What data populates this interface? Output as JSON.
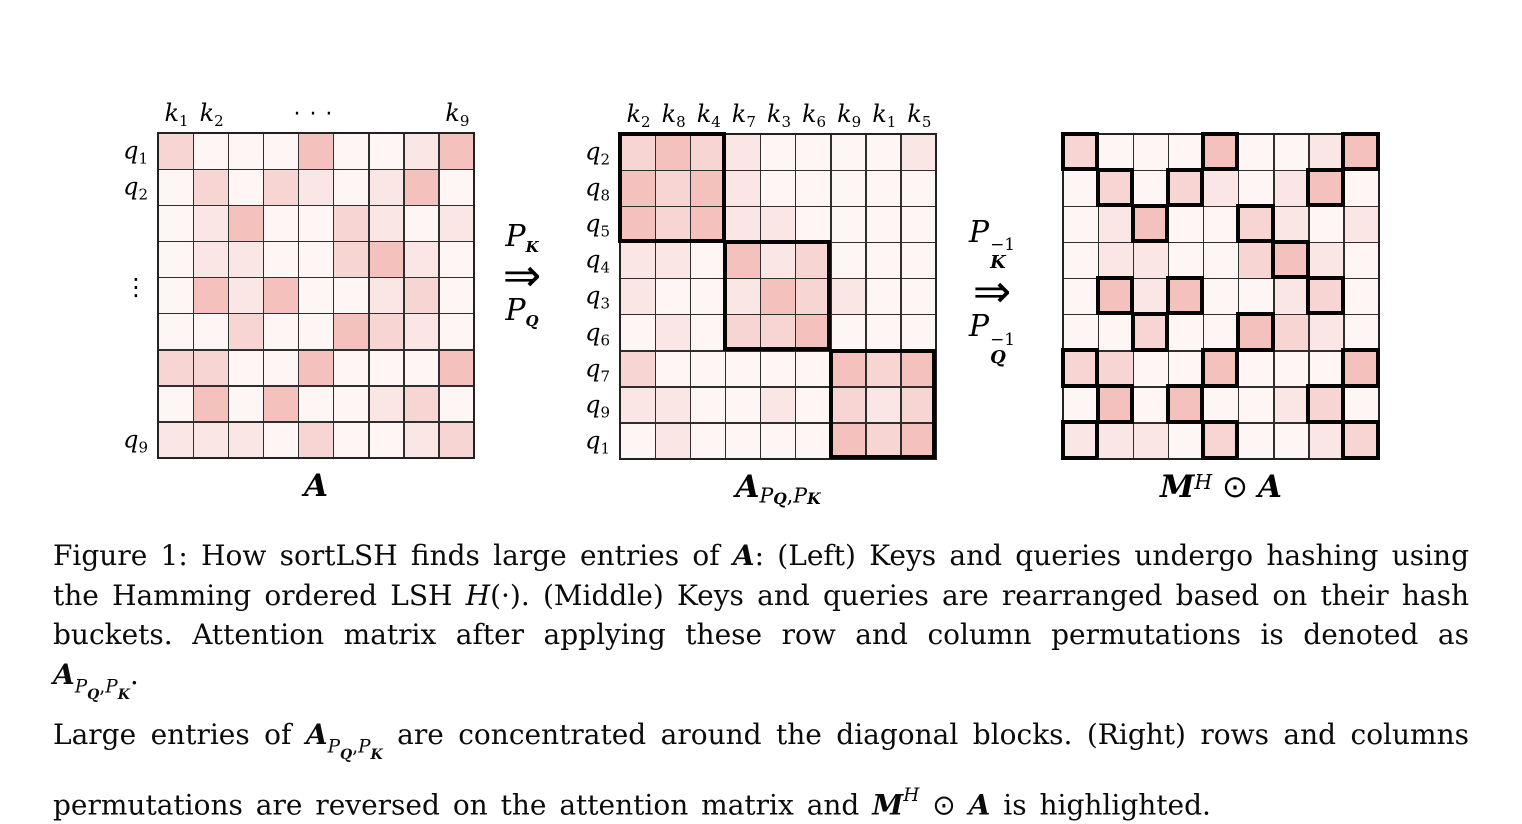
{
  "colors": {
    "cell_levels": {
      "0": "#fdf6f5",
      "1": "#fae6e5",
      "2": "#f7d5d2",
      "3": "#f4c1bd"
    },
    "grid_line": "#2e2e2e",
    "outline": "#050505",
    "background": "#ffffff"
  },
  "figure": {
    "left": {
      "top_labels": [
        {
          "col": 1,
          "b": "k",
          "sub": "1"
        },
        {
          "col": 2,
          "b": "k",
          "sub": "2"
        },
        {
          "col": 4.9,
          "dots": "· · ·"
        },
        {
          "col": 9,
          "b": "k",
          "sub": "9"
        }
      ],
      "side_labels": [
        {
          "row": 1,
          "b": "q",
          "sub": "1"
        },
        {
          "row": 2,
          "b": "q",
          "sub": "2"
        },
        {
          "row": 4.75,
          "dots": "⋮"
        },
        {
          "row": 9,
          "b": "q",
          "sub": "9"
        }
      ],
      "grid": [
        [
          2,
          0,
          0,
          0,
          3,
          0,
          0,
          1,
          3
        ],
        [
          0,
          2,
          0,
          2,
          1,
          0,
          1,
          3,
          0
        ],
        [
          0,
          1,
          3,
          0,
          0,
          2,
          1,
          0,
          1
        ],
        [
          0,
          1,
          1,
          0,
          0,
          2,
          3,
          1,
          0
        ],
        [
          0,
          3,
          1,
          3,
          0,
          0,
          1,
          2,
          0
        ],
        [
          0,
          0,
          2,
          0,
          0,
          3,
          2,
          1,
          0
        ],
        [
          2,
          2,
          0,
          0,
          3,
          0,
          0,
          0,
          3
        ],
        [
          0,
          3,
          0,
          3,
          0,
          0,
          1,
          2,
          0
        ],
        [
          1,
          1,
          1,
          0,
          2,
          0,
          0,
          1,
          2
        ]
      ],
      "caption_segs": [
        {
          "t": "A",
          "c": "bi"
        }
      ]
    },
    "middle": {
      "top_labels": [
        {
          "col": 1,
          "b": "k",
          "sub": "2"
        },
        {
          "col": 2,
          "b": "k",
          "sub": "8"
        },
        {
          "col": 3,
          "b": "k",
          "sub": "4"
        },
        {
          "col": 4,
          "b": "k",
          "sub": "7"
        },
        {
          "col": 5,
          "b": "k",
          "sub": "3"
        },
        {
          "col": 6,
          "b": "k",
          "sub": "6"
        },
        {
          "col": 7,
          "b": "k",
          "sub": "9"
        },
        {
          "col": 8,
          "b": "k",
          "sub": "1"
        },
        {
          "col": 9,
          "b": "k",
          "sub": "5"
        }
      ],
      "side_labels": [
        {
          "row": 1,
          "b": "q",
          "sub": "2"
        },
        {
          "row": 2,
          "b": "q",
          "sub": "8"
        },
        {
          "row": 3,
          "b": "q",
          "sub": "5"
        },
        {
          "row": 4,
          "b": "q",
          "sub": "4"
        },
        {
          "row": 5,
          "b": "q",
          "sub": "3"
        },
        {
          "row": 6,
          "b": "q",
          "sub": "6"
        },
        {
          "row": 7,
          "b": "q",
          "sub": "7"
        },
        {
          "row": 8,
          "b": "q",
          "sub": "9"
        },
        {
          "row": 9,
          "b": "q",
          "sub": "1"
        }
      ],
      "grid": [
        [
          2,
          3,
          2,
          1,
          0,
          0,
          0,
          0,
          1
        ],
        [
          3,
          2,
          3,
          1,
          0,
          0,
          0,
          0,
          0
        ],
        [
          3,
          2,
          3,
          1,
          1,
          0,
          0,
          0,
          0
        ],
        [
          1,
          1,
          0,
          3,
          1,
          2,
          0,
          0,
          0
        ],
        [
          1,
          0,
          0,
          1,
          3,
          2,
          1,
          0,
          0
        ],
        [
          0,
          1,
          0,
          2,
          2,
          3,
          0,
          0,
          0
        ],
        [
          2,
          0,
          0,
          0,
          0,
          0,
          3,
          2,
          3
        ],
        [
          1,
          1,
          0,
          0,
          1,
          0,
          2,
          1,
          2
        ],
        [
          0,
          1,
          0,
          0,
          0,
          0,
          3,
          2,
          3
        ]
      ],
      "blocks": [
        {
          "row": 1,
          "col": 1,
          "size": 3
        },
        {
          "row": 4,
          "col": 4,
          "size": 3
        },
        {
          "row": 7,
          "col": 7,
          "size": 3
        }
      ],
      "caption_segs": [
        {
          "t": "A",
          "c": "bi"
        },
        {
          "t": "P",
          "c": "it s1"
        },
        {
          "t": "Q",
          "c": "s2"
        },
        {
          "t": ",",
          "c": "s1"
        },
        {
          "t": "P",
          "c": "it s1"
        },
        {
          "t": "K",
          "c": "s2"
        }
      ]
    },
    "right": {
      "top_labels": [],
      "side_labels": [],
      "grid": [
        [
          2,
          0,
          0,
          0,
          3,
          0,
          0,
          1,
          3
        ],
        [
          0,
          2,
          0,
          2,
          1,
          0,
          1,
          3,
          0
        ],
        [
          0,
          1,
          3,
          0,
          0,
          2,
          1,
          0,
          1
        ],
        [
          0,
          1,
          1,
          0,
          0,
          2,
          3,
          1,
          0
        ],
        [
          0,
          3,
          1,
          3,
          0,
          0,
          1,
          2,
          0
        ],
        [
          0,
          0,
          2,
          0,
          0,
          3,
          2,
          1,
          0
        ],
        [
          2,
          2,
          0,
          0,
          3,
          0,
          0,
          0,
          3
        ],
        [
          0,
          3,
          0,
          3,
          0,
          0,
          1,
          2,
          0
        ],
        [
          1,
          1,
          1,
          0,
          2,
          0,
          0,
          1,
          2
        ]
      ],
      "mask_cells": [
        [
          1,
          1
        ],
        [
          1,
          5
        ],
        [
          1,
          9
        ],
        [
          2,
          2
        ],
        [
          2,
          4
        ],
        [
          2,
          8
        ],
        [
          3,
          3
        ],
        [
          3,
          6
        ],
        [
          4,
          7
        ],
        [
          5,
          2
        ],
        [
          5,
          4
        ],
        [
          5,
          8
        ],
        [
          6,
          3
        ],
        [
          6,
          6
        ],
        [
          7,
          1
        ],
        [
          7,
          5
        ],
        [
          7,
          9
        ],
        [
          8,
          2
        ],
        [
          8,
          4
        ],
        [
          8,
          8
        ],
        [
          9,
          1
        ],
        [
          9,
          5
        ],
        [
          9,
          9
        ]
      ],
      "caption_segs": [
        {
          "t": "M",
          "c": "bi"
        },
        {
          "t": "H",
          "c": "sup1"
        },
        {
          "t": " ⊙ ",
          "c": "op"
        },
        {
          "t": "A",
          "c": "bi"
        }
      ]
    },
    "arrows": [
      {
        "top_segs": [
          {
            "t": "P",
            "c": "it"
          },
          {
            "t": "K",
            "c": "s2"
          }
        ],
        "symbol": "⇒",
        "bottom_segs": [
          {
            "t": "P",
            "c": "it"
          },
          {
            "t": "Q",
            "c": "s2"
          }
        ]
      },
      {
        "top_segs": [
          {
            "t": "P",
            "c": "it"
          },
          {
            "stack": [
              "−1",
              "K"
            ]
          }
        ],
        "symbol": "⇒",
        "bottom_segs": [
          {
            "t": "P",
            "c": "it"
          },
          {
            "stack": [
              "−1",
              "Q"
            ]
          }
        ]
      }
    ]
  },
  "caption": {
    "lines": [
      [
        {
          "t": "Figure 1:  How sortLSH finds large entries of "
        },
        {
          "t": "A",
          "c": "bi"
        },
        {
          "t": ":  (Left) Keys and queries undergo hashing using"
        }
      ],
      [
        {
          "t": "the Hamming ordered LSH "
        },
        {
          "t": "H",
          "c": "it"
        },
        {
          "t": "(·).  (Middle) Keys and queries are rearranged based on their hash"
        }
      ],
      [
        {
          "t": "buckets.  Attention matrix after applying these row and column permutations is denoted as "
        },
        {
          "t": "A",
          "c": "bi"
        },
        {
          "t": "P",
          "c": "it s1"
        },
        {
          "t": "Q",
          "c": "s2"
        },
        {
          "t": ",",
          "c": "s1"
        },
        {
          "t": "P",
          "c": "it s1"
        },
        {
          "t": "K",
          "c": "s2"
        },
        {
          "t": "."
        }
      ],
      [
        {
          "t": "Large entries of "
        },
        {
          "t": "A",
          "c": "bi"
        },
        {
          "t": "P",
          "c": "it s1"
        },
        {
          "t": "Q",
          "c": "s2"
        },
        {
          "t": ",",
          "c": "s1"
        },
        {
          "t": "P",
          "c": "it s1"
        },
        {
          "t": "K",
          "c": "s2"
        },
        {
          "t": " are concentrated around the diagonal blocks.  (Right) rows and columns"
        }
      ],
      [
        {
          "t": "permutations are reversed on the attention matrix and "
        },
        {
          "t": "M",
          "c": "bi"
        },
        {
          "t": "H",
          "c": "sup1"
        },
        {
          "t": " ⊙ ",
          "c": "op"
        },
        {
          "t": "A",
          "c": "bi"
        },
        {
          "t": " is highlighted."
        }
      ]
    ]
  }
}
